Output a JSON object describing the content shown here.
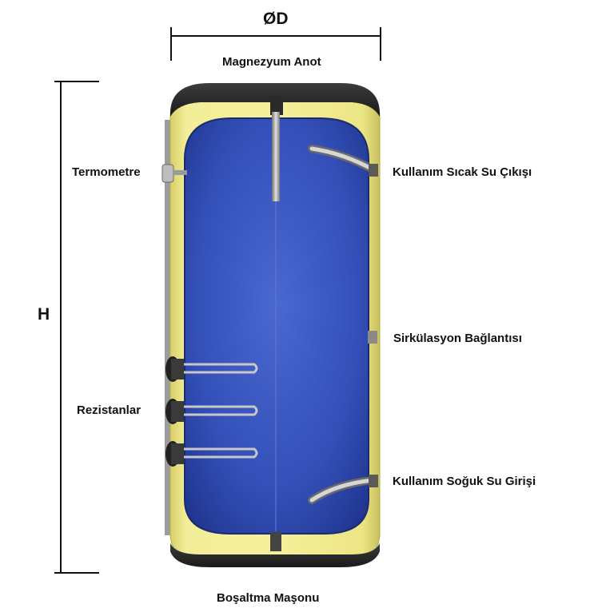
{
  "dimensions": {
    "diameter_label": "ØD",
    "height_label": "H"
  },
  "labels": {
    "top": "Magnezyum Anot",
    "hot_outlet": "Kullanım Sıcak Su Çıkışı",
    "thermometer": "Termometre",
    "circulation": "Sirkülasyon Bağlantısı",
    "heaters": "Rezistanlar",
    "cold_inlet": "Kullanım Soğuk Su Girişi",
    "drain": "Boşaltma Maşonu"
  },
  "colors": {
    "insulation": "#f0e98a",
    "tank_inner": "#2f4fb8",
    "caps": "#2b2b2b",
    "pipes": "#b8b8b8"
  },
  "components": {
    "heater_count": 3
  }
}
